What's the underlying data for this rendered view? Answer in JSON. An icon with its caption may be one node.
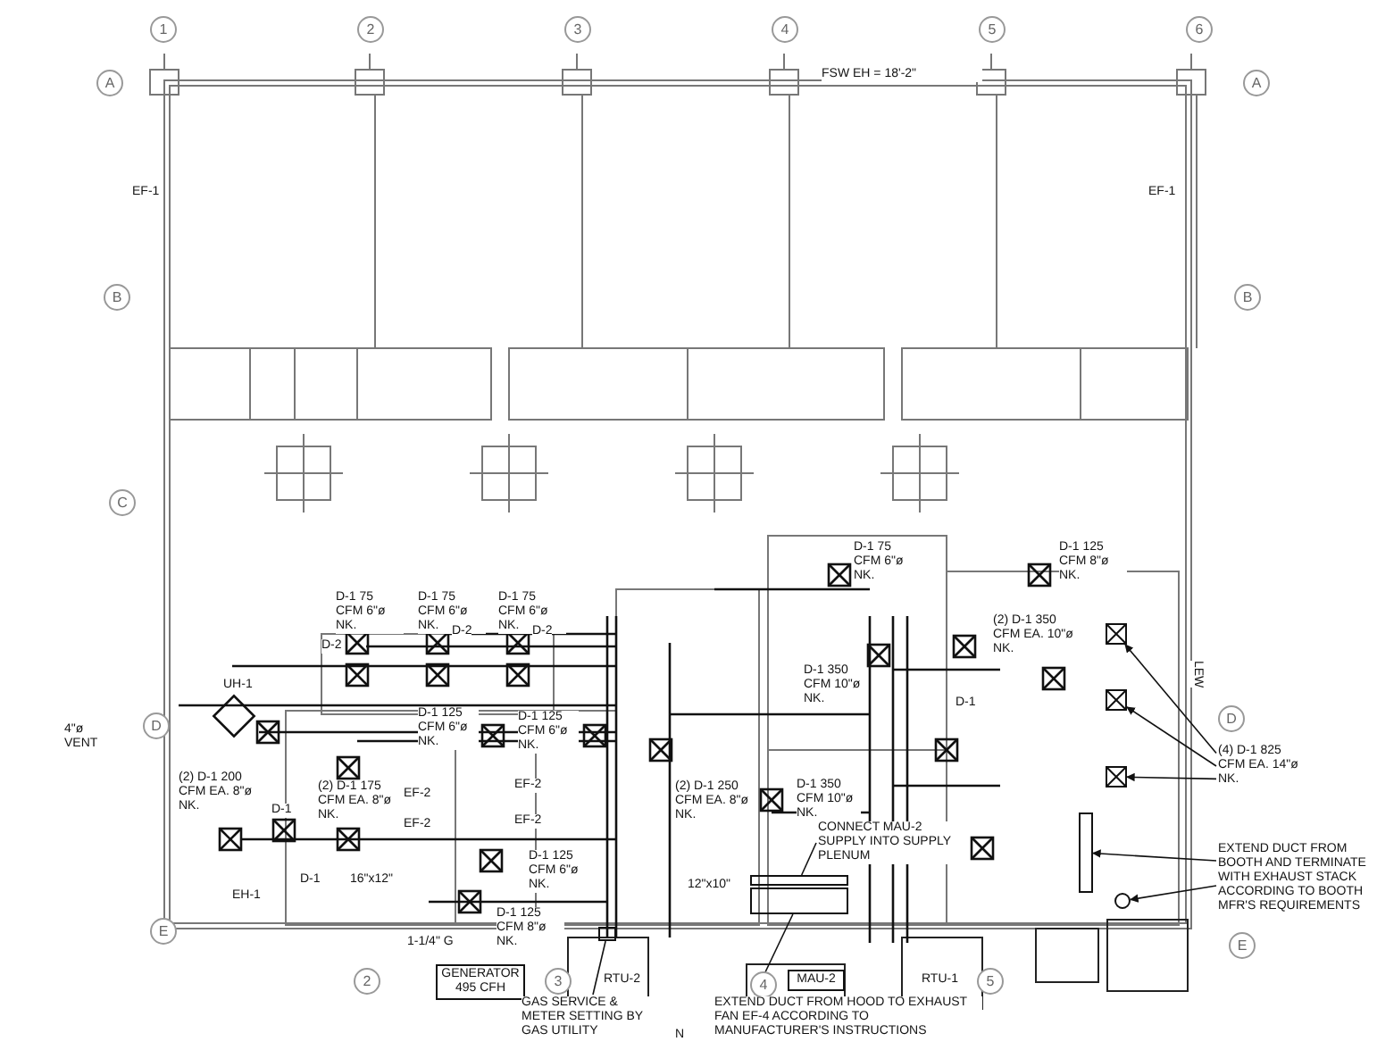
{
  "diagram": {
    "nodes": [
      {
        "text": [
          "GENERATOR 495 CFH"
        ]
      },
      {
        "text": [
          "MAU-2"
        ]
      },
      {
        "text": [
          "GAS SERVICE & METER SETTING BY GAS UTILITY"
        ]
      },
      {
        "text": [
          "EXTEND DUCT FROM HOOD TO EXHAUST FAN EF-4 ACCORDING TO MANUFACTURER'S INSTRUCTIONS"
        ]
      },
      {
        "text": [
          "CONNECT MAU-2 SUPPLY INTO SUPPLY PLENUM"
        ]
      },
      {
        "text": [
          "EXTEND DUCT FROM BOOTH AND TERMINATE WITH EXHAUST STACK ACCORDING TO BOOTH MFR'S REQUIREMENTS"
        ]
      },
      {
        "text": [
          "(4) D-1 825 CFM EA. 14\"ø NK."
        ]
      },
      {
        "text": [],
        "shape": "box"
      },
      {
        "text": [],
        "shape": "box"
      },
      {
        "text": [],
        "shape": "box"
      },
      {
        "text": [],
        "shape": "bar"
      },
      {
        "text": [],
        "shape": "circle"
      },
      {
        "text": [],
        "shape": "box"
      },
      {
        "text": [],
        "shape": "box"
      },
      {
        "text": [],
        "shape": "box"
      }
    ],
    "edges": [
      {
        "from": 2,
        "to": 12,
        "arrow": "none"
      },
      {
        "from": 3,
        "to": 14,
        "arrow": "none"
      },
      {
        "from": 4,
        "to": 13,
        "arrow": "none"
      },
      {
        "from": 5,
        "to": 10,
        "arrow": "to"
      },
      {
        "from": 5,
        "to": 11,
        "arrow": "to"
      },
      {
        "from": 6,
        "to": 7,
        "arrow": "to"
      },
      {
        "from": 6,
        "to": 8,
        "arrow": "to"
      },
      {
        "from": 6,
        "to": 9,
        "arrow": "to"
      }
    ],
    "labels": [
      "1",
      "2",
      "3",
      "4",
      "5",
      "6",
      "A",
      "FSW EH = 18'-2\"",
      "A",
      "EF-1",
      "EF-1",
      "B",
      "B",
      "C",
      "D-1 75 CFM 6\"ø NK.",
      "D-1 75 CFM 6\"ø NK.",
      "D-1 75 CFM 6\"ø NK.",
      "D-2",
      "D-2",
      "D-2",
      "D-1 75 CFM 6\"ø NK.",
      "D-1 125 CFM 8\"ø NK.",
      "(2) D-1 350 CFM EA. 10\"ø NK.",
      "UH-1",
      "D-1 350 CFM 10\"ø NK.",
      "LEW",
      "D-1 125 CFM 6\"ø NK.",
      "D-1 125 CFM 6\"ø NK.",
      "D-1",
      "D",
      "4\"ø VENT",
      "D",
      "(2) D-1 200 CFM EA. 8\"ø NK.",
      "(2) D-1 175 CFM EA. 8\"ø NK.",
      "EF-2",
      "EF-2",
      "(2) D-1 250 CFM EA. 8\"ø NK.",
      "D-1",
      "EF-2",
      "EF-2",
      "D-1 350 CFM 10\"ø NK.",
      "D-1 125 CFM 6\"ø NK.",
      "D-1",
      "16\"x12\"",
      "12\"x10\"",
      "EH-1",
      "D-1 125 CFM 8\"ø NK.",
      "E",
      "E",
      "1-1/4\" G",
      "2",
      "3",
      "RTU-2",
      "4",
      "RTU-1",
      "5",
      "N"
    ]
  }
}
